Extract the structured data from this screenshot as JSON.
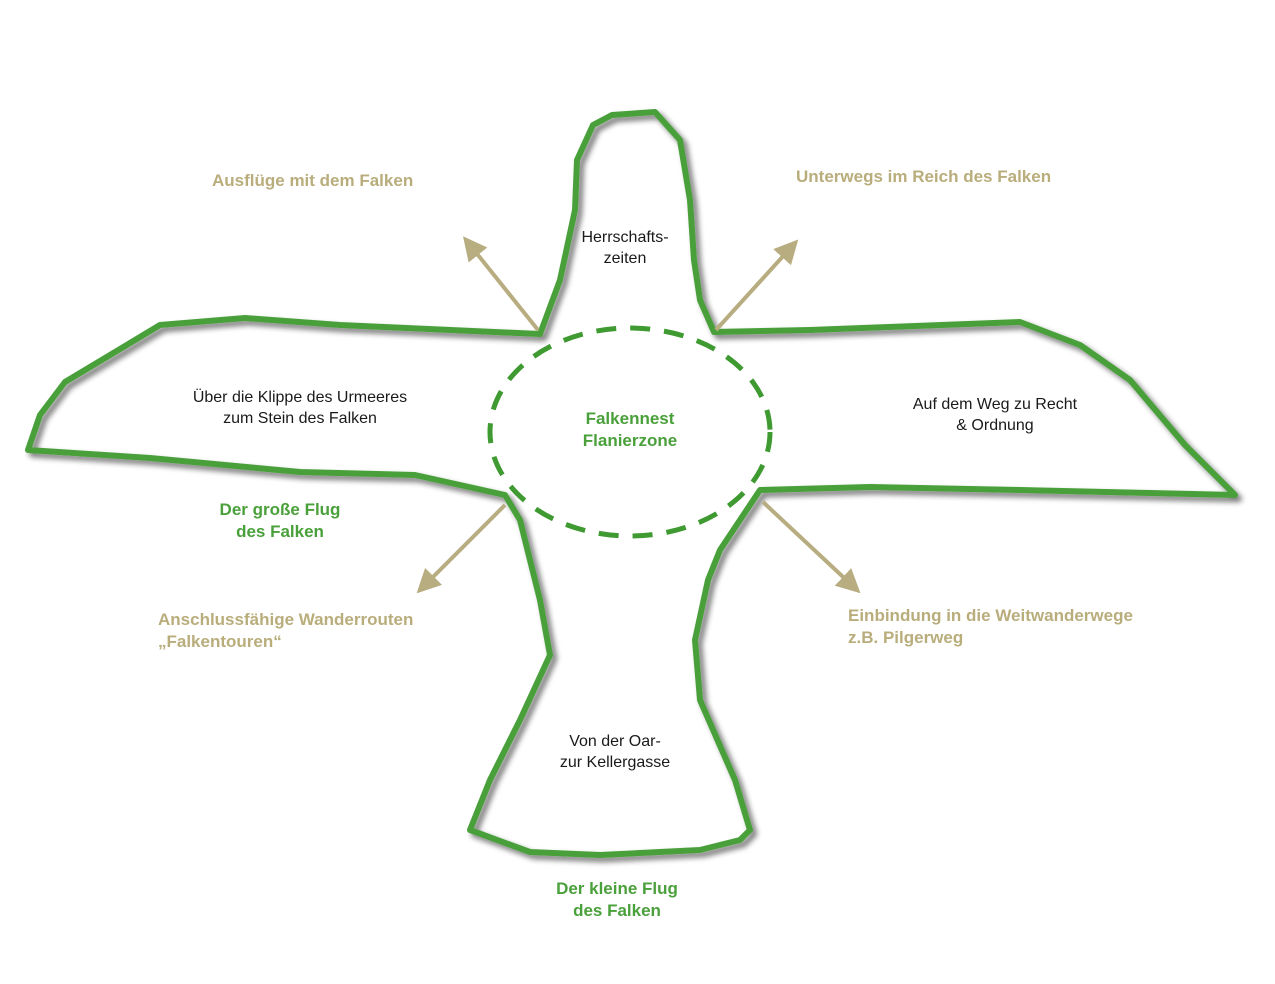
{
  "colors": {
    "outline": "#4aa03a",
    "nest_dash": "#3f9a32",
    "arrow": "#b8ad80",
    "label_green": "#4aa03a",
    "label_tan": "#b9ad7c",
    "label_black": "#1a1a1a"
  },
  "zones": {
    "head": "Herrschafts-\nzeiten",
    "left_wing": "Über die Klippe des Urmeeres\nzum Stein des Falken",
    "right_wing": "Auf dem Weg zu Recht\n& Ordnung",
    "tail": "Von der Oar-\nzur Kellergasse",
    "nest": "Falkennest\nFlanierzone"
  },
  "titles": {
    "great_flight": "Der große Flug\ndes Falken",
    "small_flight": "Der kleine Flug\ndes Falken"
  },
  "extensions": {
    "top_left": "Ausflüge mit dem Falken",
    "top_right": "Unterwegs im Reich des Falken",
    "bottom_left": "Anschlussfähige Wanderrouten\n„Falkentouren“",
    "bottom_right": "Einbindung in die Weitwanderwege\nz.B. Pilgerweg"
  }
}
